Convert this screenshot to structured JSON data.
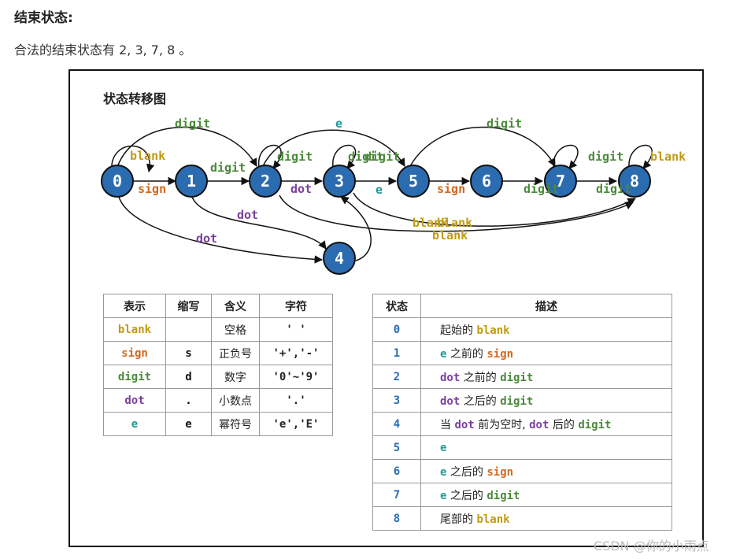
{
  "page": {
    "heading": "结束状态:",
    "subline": "合法的结束状态有 2, 3, 7, 8 。",
    "watermark": "CSDN @你的小雨点"
  },
  "colors": {
    "blank": "#c19a10",
    "sign": "#d2691e",
    "digit": "#4b8a3a",
    "dot": "#7a3fa0",
    "e": "#1e9a9a",
    "node": "#2b6cb0"
  },
  "diagram": {
    "title": "状态转移图",
    "nodes": [
      "0",
      "1",
      "2",
      "3",
      "4",
      "5",
      "6",
      "7",
      "8"
    ],
    "edges": [
      {
        "label": "blank",
        "type": "blank"
      },
      {
        "label": "sign",
        "type": "sign"
      },
      {
        "label": "digit",
        "type": "digit"
      },
      {
        "label": "digit",
        "type": "digit"
      },
      {
        "label": "dot",
        "type": "dot"
      },
      {
        "label": "dot",
        "type": "dot"
      },
      {
        "label": "digit",
        "type": "digit"
      },
      {
        "label": "dot",
        "type": "dot"
      },
      {
        "label": "digit",
        "type": "digit"
      },
      {
        "label": "blank",
        "type": "blank"
      },
      {
        "label": "e",
        "type": "e"
      },
      {
        "label": "digit",
        "type": "digit"
      },
      {
        "label": "blank",
        "type": "blank"
      },
      {
        "label": "e",
        "type": "e"
      },
      {
        "label": "digit",
        "type": "digit"
      },
      {
        "label": "sign",
        "type": "sign"
      },
      {
        "label": "digit",
        "type": "digit"
      },
      {
        "label": "digit",
        "type": "digit"
      },
      {
        "label": "digit",
        "type": "digit"
      },
      {
        "label": "blank",
        "type": "blank"
      },
      {
        "label": "blank",
        "type": "blank"
      }
    ]
  },
  "table1": {
    "headers": [
      "表示",
      "缩写",
      "含义",
      "字符"
    ],
    "rows": [
      {
        "repr": "blank",
        "type": "blank",
        "abbr": "",
        "meaning": "空格",
        "chars": "' '"
      },
      {
        "repr": "sign",
        "type": "sign",
        "abbr": "s",
        "meaning": "正负号",
        "chars": "'+','-'"
      },
      {
        "repr": "digit",
        "type": "digit",
        "abbr": "d",
        "meaning": "数字",
        "chars": "'0'~'9'"
      },
      {
        "repr": "dot",
        "type": "dot",
        "abbr": ".",
        "meaning": "小数点",
        "chars": "'.'"
      },
      {
        "repr": "e",
        "type": "e",
        "abbr": "e",
        "meaning": "幂符号",
        "chars": "'e','E'"
      }
    ]
  },
  "table2": {
    "headers": [
      "状态",
      "描述"
    ],
    "rows": [
      {
        "state": "0",
        "desc": [
          {
            "t": "起始的 "
          },
          {
            "t": "blank",
            "c": "blank"
          }
        ]
      },
      {
        "state": "1",
        "desc": [
          {
            "t": "e",
            "c": "e"
          },
          {
            "t": " 之前的 "
          },
          {
            "t": "sign",
            "c": "sign"
          }
        ]
      },
      {
        "state": "2",
        "desc": [
          {
            "t": "dot",
            "c": "dot"
          },
          {
            "t": " 之前的 "
          },
          {
            "t": "digit",
            "c": "digit"
          }
        ]
      },
      {
        "state": "3",
        "desc": [
          {
            "t": "dot",
            "c": "dot"
          },
          {
            "t": " 之后的 "
          },
          {
            "t": "digit",
            "c": "digit"
          }
        ]
      },
      {
        "state": "4",
        "desc": [
          {
            "t": "当 "
          },
          {
            "t": "dot",
            "c": "dot"
          },
          {
            "t": " 前为空时, "
          },
          {
            "t": "dot",
            "c": "dot"
          },
          {
            "t": " 后的 "
          },
          {
            "t": "digit",
            "c": "digit"
          }
        ]
      },
      {
        "state": "5",
        "desc": [
          {
            "t": "e",
            "c": "e"
          }
        ]
      },
      {
        "state": "6",
        "desc": [
          {
            "t": "e",
            "c": "e"
          },
          {
            "t": " 之后的 "
          },
          {
            "t": "sign",
            "c": "sign"
          }
        ]
      },
      {
        "state": "7",
        "desc": [
          {
            "t": "e",
            "c": "e"
          },
          {
            "t": " 之后的 "
          },
          {
            "t": "digit",
            "c": "digit"
          }
        ]
      },
      {
        "state": "8",
        "desc": [
          {
            "t": "尾部的 "
          },
          {
            "t": "blank",
            "c": "blank"
          }
        ]
      }
    ]
  }
}
